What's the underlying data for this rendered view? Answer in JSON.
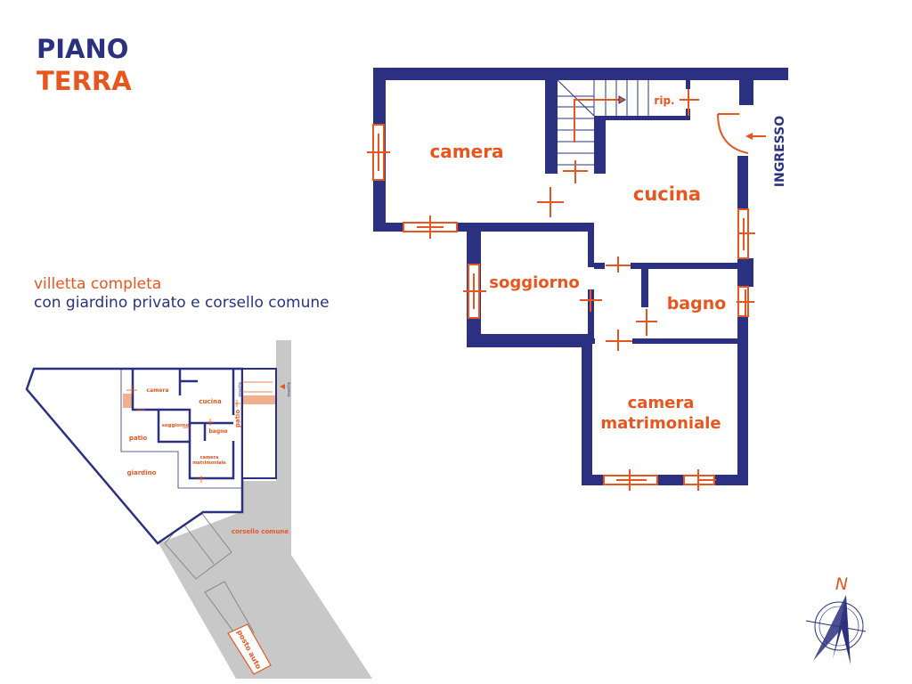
{
  "title": {
    "line1": "PIANO",
    "line2": "TERRA"
  },
  "description": {
    "line1": "villetta completa",
    "line2": "con giardino privato e corsello comune"
  },
  "rooms": {
    "camera": "camera",
    "cucina": "cucina",
    "rip": "rip.",
    "soggiorno": "soggiorno",
    "bagno": "bagno",
    "camera_matrimoniale_1": "camera",
    "camera_matrimoniale_2": "matrimoniale",
    "ingresso": "INGRESSO"
  },
  "site_plan": {
    "camera": "camera",
    "cucina": "cucina",
    "soggiorno": "soggiorno",
    "bagno": "bagno",
    "camera_matrimoniale_1": "camera",
    "camera_matrimoniale_2": "matrimoniale",
    "patio_1": "patio",
    "patio_2": "patio",
    "giardino": "giardino",
    "corsello": "corsello comune",
    "posto_auto": "posto auto",
    "ingresso_1": "ingresso",
    "ingresso_2": "ingresso"
  },
  "compass": {
    "label": "N"
  },
  "colors": {
    "navy": "#2b3180",
    "orange": "#e8561f",
    "grey": "#c8c8c8"
  }
}
